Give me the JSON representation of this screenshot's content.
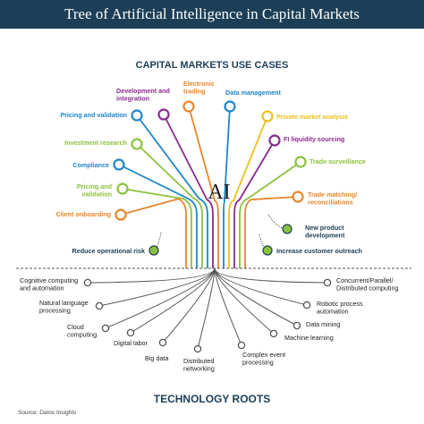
{
  "title": "Tree of Artificial Intelligence in Capital Markets",
  "use_cases_heading": "CAPITAL MARKETS USE CASES",
  "roots_heading": "TECHNOLOGY ROOTS",
  "center_label": "AI",
  "source": "Source: Datos Insights",
  "colors": {
    "navy": "#1c3f57",
    "blue": "#1f86c8",
    "purple": "#8a2b8f",
    "orange": "#e8862a",
    "yellow": "#e9c21c",
    "green": "#8cc13f",
    "teal": "#16a4a0",
    "gray": "#555555"
  },
  "use_cases": [
    {
      "id": "development-integration",
      "lines": [
        "Development and",
        "integration"
      ],
      "color": "purple"
    },
    {
      "id": "electronic-trading",
      "lines": [
        "Electronic",
        "trading"
      ],
      "color": "orange"
    },
    {
      "id": "data-management",
      "lines": [
        "Data management"
      ],
      "color": "blue"
    },
    {
      "id": "pricing-validation-top",
      "lines": [
        "Pricing and validation"
      ],
      "color": "blue"
    },
    {
      "id": "private-market-analysis",
      "lines": [
        "Private market analysis"
      ],
      "color": "yellow"
    },
    {
      "id": "investment-research",
      "lines": [
        "Investment research"
      ],
      "color": "green"
    },
    {
      "id": "fi-liquidity-sourcing",
      "lines": [
        "FI liquidity sourcing"
      ],
      "color": "purple"
    },
    {
      "id": "compliance",
      "lines": [
        "Compliance"
      ],
      "color": "blue"
    },
    {
      "id": "trade-surveillance",
      "lines": [
        "Trade surveillance"
      ],
      "color": "green"
    },
    {
      "id": "pricing-validation-left",
      "lines": [
        "Pricing and",
        "validation"
      ],
      "color": "green"
    },
    {
      "id": "trade-matching",
      "lines": [
        "Trade matching/",
        "reconciliations"
      ],
      "color": "orange"
    },
    {
      "id": "client-onboarding",
      "lines": [
        "Client onboarding"
      ],
      "color": "orange"
    },
    {
      "id": "new-product-development",
      "lines": [
        "New product",
        "development"
      ],
      "color": "navy"
    },
    {
      "id": "reduce-operational-risk",
      "lines": [
        "Reduce operational risk"
      ],
      "color": "navy"
    },
    {
      "id": "increase-customer-outreach",
      "lines": [
        "Increase customer outreach"
      ],
      "color": "navy"
    }
  ],
  "roots": [
    {
      "id": "cognitive-computing",
      "lines": [
        "Cognitive computing",
        "and automation"
      ]
    },
    {
      "id": "natural-language-processing",
      "lines": [
        "Natural language",
        "processing"
      ]
    },
    {
      "id": "cloud-computing",
      "lines": [
        "Cloud",
        "computing"
      ]
    },
    {
      "id": "digital-labor",
      "lines": [
        "Digital labor"
      ]
    },
    {
      "id": "big-data",
      "lines": [
        "Big data"
      ]
    },
    {
      "id": "distributed-networking",
      "lines": [
        "Distributed",
        "networking"
      ]
    },
    {
      "id": "complex-event-processing",
      "lines": [
        "Complex event",
        "processing"
      ]
    },
    {
      "id": "machine-learning",
      "lines": [
        "Machine learning"
      ]
    },
    {
      "id": "data-mining",
      "lines": [
        "Data mining"
      ]
    },
    {
      "id": "robotic-process-automation",
      "lines": [
        "Robotic process",
        "automation"
      ]
    },
    {
      "id": "concurrent-parallel-distributed",
      "lines": [
        "Concurrent/Parallel/",
        "Distributed computing"
      ]
    }
  ]
}
